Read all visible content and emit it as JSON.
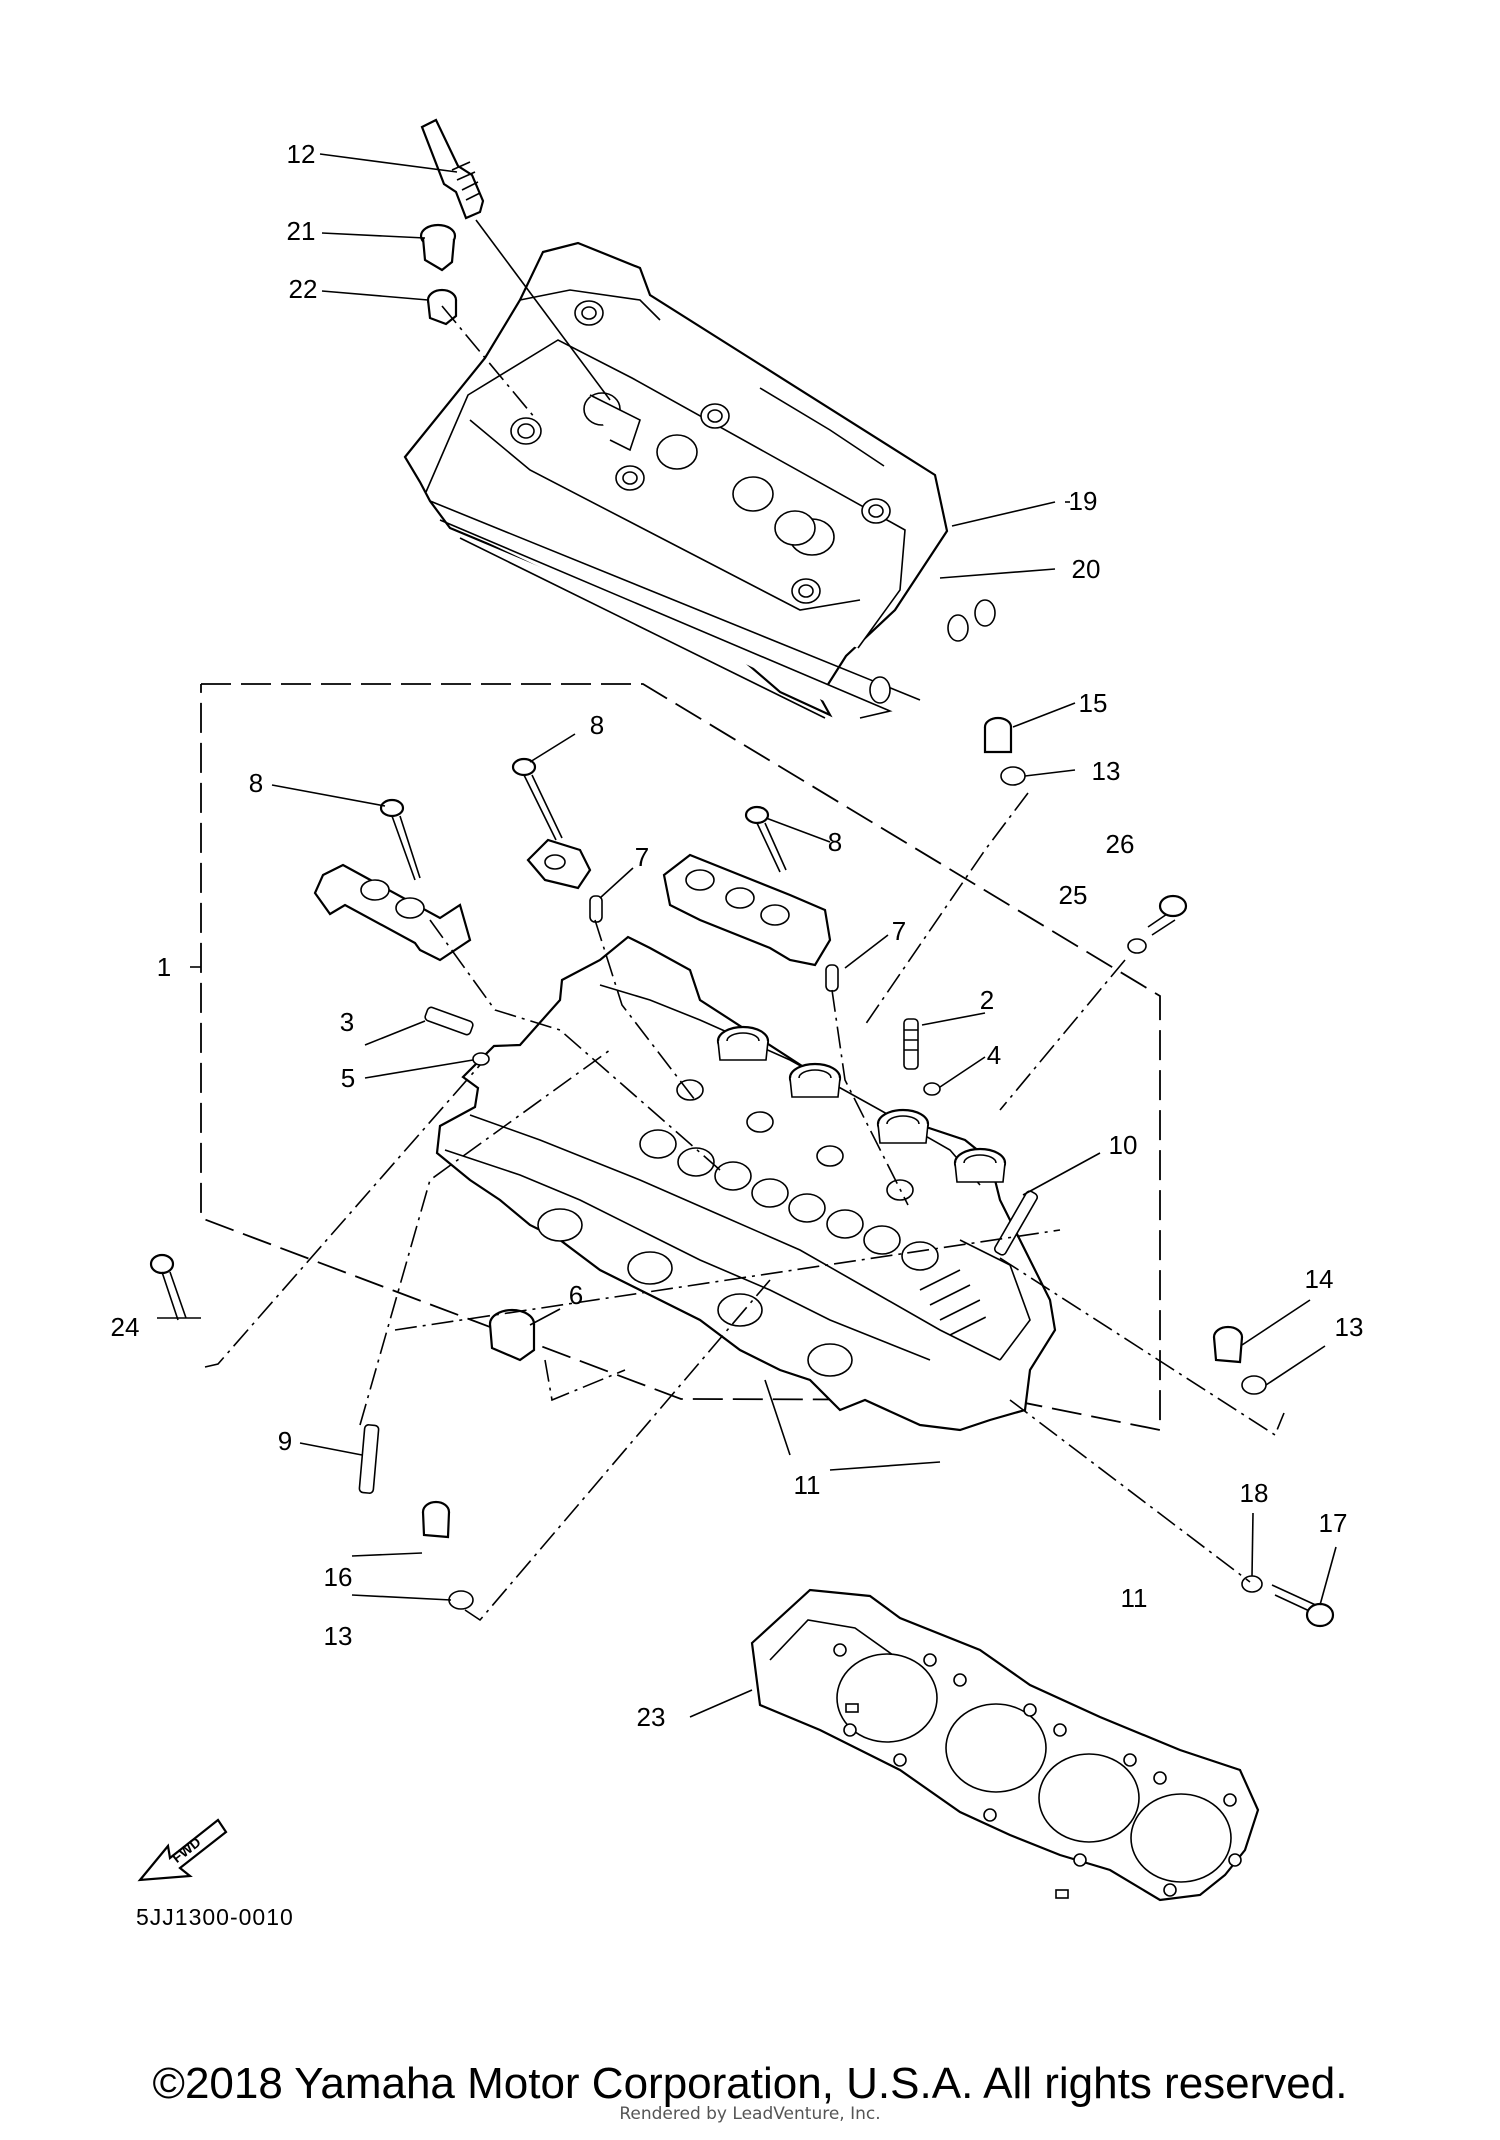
{
  "diagram": {
    "part_numbers": {
      "n1": "1",
      "n2": "2",
      "n3": "3",
      "n4": "4",
      "n5": "5",
      "n6": "6",
      "n7a": "7",
      "n7b": "7",
      "n8a": "8",
      "n8b": "8",
      "n8c": "8",
      "n9": "9",
      "n10": "10",
      "n11a": "11",
      "n11b": "11",
      "n12": "12",
      "n13a": "13",
      "n13b": "13",
      "n13c": "13",
      "n14": "14",
      "n15": "15",
      "n16": "16",
      "n17": "17",
      "n18": "18",
      "n19": "19",
      "n20": "20",
      "n21": "21",
      "n22": "22",
      "n23": "23",
      "n24": "24",
      "n25": "25",
      "n26": "26"
    },
    "fwd_label": "FWD",
    "diagram_code": "5JJ1300-0010"
  },
  "footer": {
    "copyright": "©2018 Yamaha Motor Corporation, U.S.A. All rights reserved.",
    "rendered_by": "Rendered by LeadVenture, Inc."
  }
}
